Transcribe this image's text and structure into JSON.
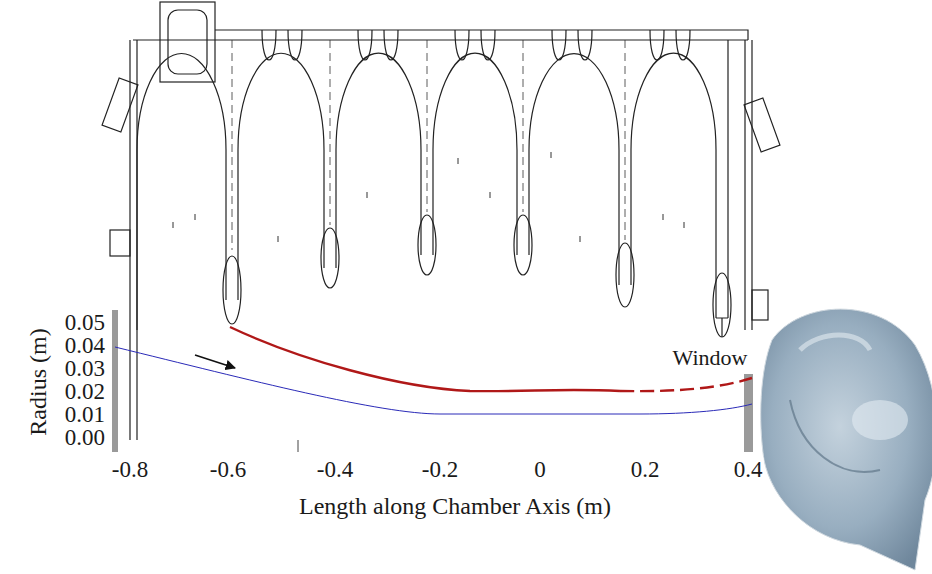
{
  "diagram": {
    "labels": [
      "Radius (m)",
      "0.05",
      "0.04",
      "0.03",
      "0.02",
      "0.01",
      "0.00",
      "-0.8",
      "-0.6",
      "-0.4",
      "-0.2",
      "0",
      "0.2",
      "0.4",
      "Length along Chamber Axis (m)",
      "Window"
    ]
  }
}
